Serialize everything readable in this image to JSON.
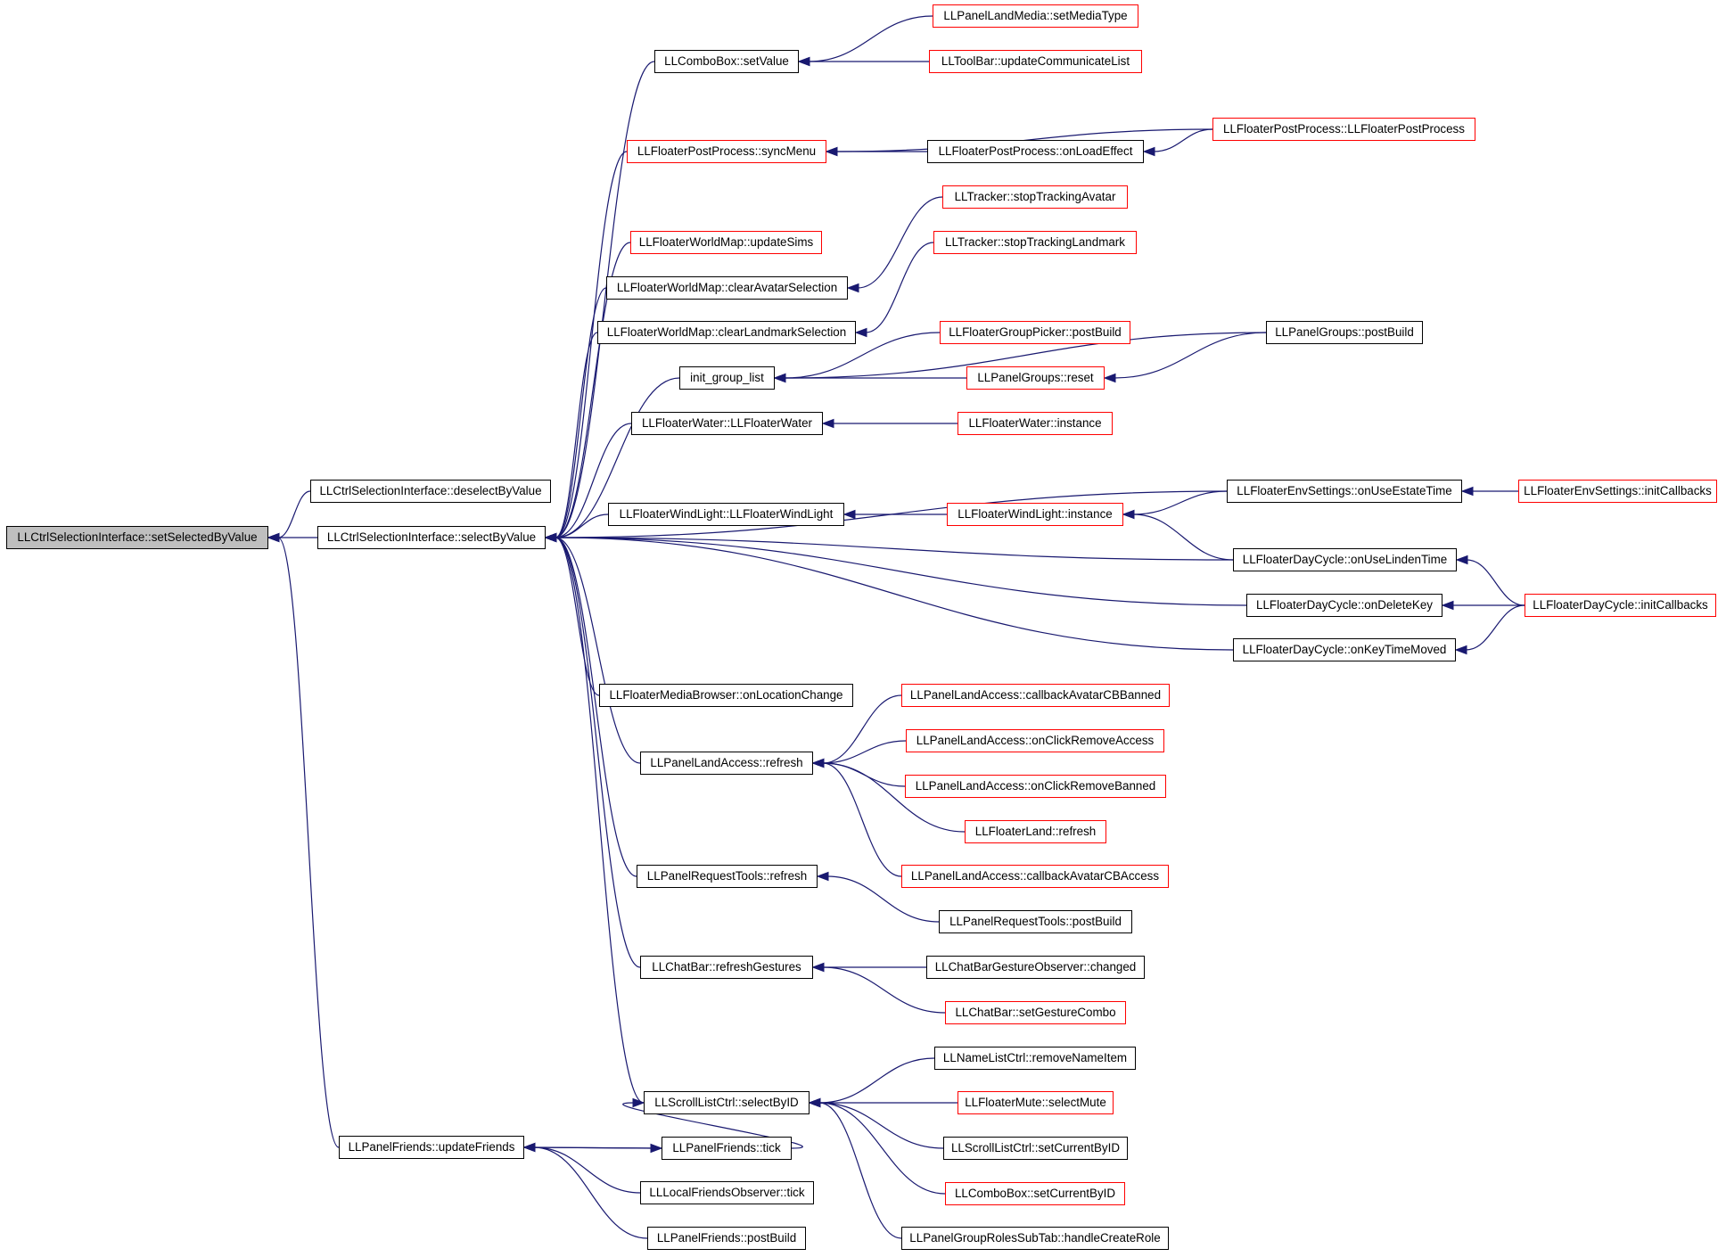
{
  "diagram": {
    "type": "caller-graph",
    "colors": {
      "edge": "#191970",
      "border_default": "#000000",
      "border_truncated": "#ff0000",
      "root_fill": "#bfbfbf"
    },
    "nodes": [
      {
        "id": "set-selected-by-value",
        "label": "LLCtrlSelectionInterface::setSelectedByValue",
        "border": "black",
        "root": true
      },
      {
        "id": "deselect-by-value",
        "label": "LLCtrlSelectionInterface::deselectByValue",
        "border": "black"
      },
      {
        "id": "select-by-value",
        "label": "LLCtrlSelectionInterface::selectByValue",
        "border": "black"
      },
      {
        "id": "panel-friends-update-friends",
        "label": "LLPanelFriends::updateFriends",
        "border": "black"
      },
      {
        "id": "combo-box-set-value",
        "label": "LLComboBox::setValue",
        "border": "black"
      },
      {
        "id": "floater-post-process-sync-menu",
        "label": "LLFloaterPostProcess::syncMenu",
        "border": "red"
      },
      {
        "id": "floater-world-map-update-sims",
        "label": "LLFloaterWorldMap::updateSims",
        "border": "red"
      },
      {
        "id": "floater-world-map-clear-avatar-selection",
        "label": "LLFloaterWorldMap::clearAvatarSelection",
        "border": "black"
      },
      {
        "id": "floater-world-map-clear-landmark-selection",
        "label": "LLFloaterWorldMap::clearLandmarkSelection",
        "border": "black"
      },
      {
        "id": "init-group-list",
        "label": "init_group_list",
        "border": "black"
      },
      {
        "id": "floater-water-ctor",
        "label": "LLFloaterWater::LLFloaterWater",
        "border": "black"
      },
      {
        "id": "floater-wind-light-ctor",
        "label": "LLFloaterWindLight::LLFloaterWindLight",
        "border": "black"
      },
      {
        "id": "floater-media-browser-on-location-change",
        "label": "LLFloaterMediaBrowser::onLocationChange",
        "border": "black"
      },
      {
        "id": "panel-land-access-refresh",
        "label": "LLPanelLandAccess::refresh",
        "border": "black"
      },
      {
        "id": "panel-request-tools-refresh",
        "label": "LLPanelRequestTools::refresh",
        "border": "black"
      },
      {
        "id": "chat-bar-refresh-gestures",
        "label": "LLChatBar::refreshGestures",
        "border": "black"
      },
      {
        "id": "scroll-list-ctrl-select-by-id",
        "label": "LLScrollListCtrl::selectByID",
        "border": "black"
      },
      {
        "id": "panel-friends-tick",
        "label": "LLPanelFriends::tick",
        "border": "black"
      },
      {
        "id": "local-friends-observer-tick",
        "label": "LLLocalFriendsObserver::tick",
        "border": "black"
      },
      {
        "id": "panel-friends-post-build",
        "label": "LLPanelFriends::postBuild",
        "border": "black"
      },
      {
        "id": "panel-land-media-set-media-type",
        "label": "LLPanelLandMedia::setMediaType",
        "border": "red"
      },
      {
        "id": "tool-bar-update-communicate-list",
        "label": "LLToolBar::updateCommunicateList",
        "border": "red"
      },
      {
        "id": "floater-post-process-on-load-effect",
        "label": "LLFloaterPostProcess::onLoadEffect",
        "border": "black"
      },
      {
        "id": "tracker-stop-tracking-avatar",
        "label": "LLTracker::stopTrackingAvatar",
        "border": "red"
      },
      {
        "id": "tracker-stop-tracking-landmark",
        "label": "LLTracker::stopTrackingLandmark",
        "border": "red"
      },
      {
        "id": "floater-group-picker-post-build",
        "label": "LLFloaterGroupPicker::postBuild",
        "border": "red"
      },
      {
        "id": "panel-groups-reset",
        "label": "LLPanelGroups::reset",
        "border": "red"
      },
      {
        "id": "floater-water-instance",
        "label": "LLFloaterWater::instance",
        "border": "red"
      },
      {
        "id": "floater-wind-light-instance",
        "label": "LLFloaterWindLight::instance",
        "border": "red"
      },
      {
        "id": "panel-land-access-callback-avatar-cb-banned",
        "label": "LLPanelLandAccess::callbackAvatarCBBanned",
        "border": "red"
      },
      {
        "id": "panel-land-access-on-click-remove-access",
        "label": "LLPanelLandAccess::onClickRemoveAccess",
        "border": "red"
      },
      {
        "id": "panel-land-access-on-click-remove-banned",
        "label": "LLPanelLandAccess::onClickRemoveBanned",
        "border": "red"
      },
      {
        "id": "floater-land-refresh",
        "label": "LLFloaterLand::refresh",
        "border": "red"
      },
      {
        "id": "panel-land-access-callback-avatar-cb-access",
        "label": "LLPanelLandAccess::callbackAvatarCBAccess",
        "border": "red"
      },
      {
        "id": "panel-request-tools-post-build",
        "label": "LLPanelRequestTools::postBuild",
        "border": "black"
      },
      {
        "id": "chat-bar-gesture-observer-changed",
        "label": "LLChatBarGestureObserver::changed",
        "border": "black"
      },
      {
        "id": "chat-bar-set-gesture-combo",
        "label": "LLChatBar::setGestureCombo",
        "border": "red"
      },
      {
        "id": "name-list-ctrl-remove-name-item",
        "label": "LLNameListCtrl::removeNameItem",
        "border": "black"
      },
      {
        "id": "floater-mute-select-mute",
        "label": "LLFloaterMute::selectMute",
        "border": "red"
      },
      {
        "id": "scroll-list-ctrl-set-current-by-id",
        "label": "LLScrollListCtrl::setCurrentByID",
        "border": "black"
      },
      {
        "id": "combo-box-set-current-by-id",
        "label": "LLComboBox::setCurrentByID",
        "border": "red"
      },
      {
        "id": "panel-group-roles-sub-tab-handle-create-role",
        "label": "LLPanelGroupRolesSubTab::handleCreateRole",
        "border": "black"
      },
      {
        "id": "floater-post-process-ctor",
        "label": "LLFloaterPostProcess::LLFloaterPostProcess",
        "border": "red"
      },
      {
        "id": "panel-groups-post-build",
        "label": "LLPanelGroups::postBuild",
        "border": "black"
      },
      {
        "id": "floater-env-settings-on-use-estate-time",
        "label": "LLFloaterEnvSettings::onUseEstateTime",
        "border": "black"
      },
      {
        "id": "floater-day-cycle-on-use-linden-time",
        "label": "LLFloaterDayCycle::onUseLindenTime",
        "border": "black"
      },
      {
        "id": "floater-day-cycle-on-delete-key",
        "label": "LLFloaterDayCycle::onDeleteKey",
        "border": "black"
      },
      {
        "id": "floater-day-cycle-on-key-time-moved",
        "label": "LLFloaterDayCycle::onKeyTimeMoved",
        "border": "black"
      },
      {
        "id": "floater-env-settings-init-callbacks",
        "label": "LLFloaterEnvSettings::initCallbacks",
        "border": "red"
      },
      {
        "id": "floater-day-cycle-init-callbacks",
        "label": "LLFloaterDayCycle::initCallbacks",
        "border": "red"
      }
    ],
    "edges": [
      {
        "from": "deselect-by-value",
        "to": "set-selected-by-value"
      },
      {
        "from": "select-by-value",
        "to": "set-selected-by-value"
      },
      {
        "from": "panel-friends-update-friends",
        "to": "set-selected-by-value"
      },
      {
        "from": "combo-box-set-value",
        "to": "select-by-value"
      },
      {
        "from": "floater-post-process-sync-menu",
        "to": "select-by-value"
      },
      {
        "from": "floater-world-map-update-sims",
        "to": "select-by-value"
      },
      {
        "from": "floater-world-map-clear-avatar-selection",
        "to": "select-by-value"
      },
      {
        "from": "floater-world-map-clear-landmark-selection",
        "to": "select-by-value"
      },
      {
        "from": "init-group-list",
        "to": "select-by-value"
      },
      {
        "from": "floater-water-ctor",
        "to": "select-by-value"
      },
      {
        "from": "floater-env-settings-on-use-estate-time",
        "to": "select-by-value"
      },
      {
        "from": "floater-wind-light-ctor",
        "to": "select-by-value"
      },
      {
        "from": "floater-day-cycle-on-use-linden-time",
        "to": "select-by-value"
      },
      {
        "from": "floater-day-cycle-on-delete-key",
        "to": "select-by-value"
      },
      {
        "from": "floater-day-cycle-on-key-time-moved",
        "to": "select-by-value"
      },
      {
        "from": "floater-media-browser-on-location-change",
        "to": "select-by-value"
      },
      {
        "from": "panel-land-access-refresh",
        "to": "select-by-value"
      },
      {
        "from": "panel-request-tools-refresh",
        "to": "select-by-value"
      },
      {
        "from": "chat-bar-refresh-gestures",
        "to": "select-by-value"
      },
      {
        "from": "scroll-list-ctrl-select-by-id",
        "to": "select-by-value"
      },
      {
        "from": "panel-friends-tick",
        "to": "panel-friends-update-friends"
      },
      {
        "from": "local-friends-observer-tick",
        "to": "panel-friends-update-friends"
      },
      {
        "from": "panel-friends-post-build",
        "to": "panel-friends-update-friends"
      },
      {
        "from": "panel-friends-update-friends",
        "to": "panel-friends-tick"
      },
      {
        "from": "panel-land-media-set-media-type",
        "to": "combo-box-set-value"
      },
      {
        "from": "tool-bar-update-communicate-list",
        "to": "combo-box-set-value"
      },
      {
        "from": "floater-post-process-on-load-effect",
        "to": "floater-post-process-sync-menu"
      },
      {
        "from": "floater-post-process-ctor",
        "to": "floater-post-process-sync-menu"
      },
      {
        "from": "floater-post-process-ctor",
        "to": "floater-post-process-on-load-effect"
      },
      {
        "from": "tracker-stop-tracking-avatar",
        "to": "floater-world-map-clear-avatar-selection"
      },
      {
        "from": "tracker-stop-tracking-landmark",
        "to": "floater-world-map-clear-landmark-selection"
      },
      {
        "from": "floater-group-picker-post-build",
        "to": "init-group-list"
      },
      {
        "from": "panel-groups-reset",
        "to": "init-group-list"
      },
      {
        "from": "panel-groups-post-build",
        "to": "init-group-list"
      },
      {
        "from": "panel-groups-post-build",
        "to": "panel-groups-reset"
      },
      {
        "from": "floater-water-instance",
        "to": "floater-water-ctor"
      },
      {
        "from": "floater-wind-light-instance",
        "to": "floater-wind-light-ctor"
      },
      {
        "from": "floater-env-settings-on-use-estate-time",
        "to": "floater-wind-light-instance"
      },
      {
        "from": "floater-day-cycle-on-use-linden-time",
        "to": "floater-wind-light-instance"
      },
      {
        "from": "floater-env-settings-init-callbacks",
        "to": "floater-env-settings-on-use-estate-time"
      },
      {
        "from": "floater-day-cycle-init-callbacks",
        "to": "floater-day-cycle-on-use-linden-time"
      },
      {
        "from": "floater-day-cycle-init-callbacks",
        "to": "floater-day-cycle-on-delete-key"
      },
      {
        "from": "floater-day-cycle-init-callbacks",
        "to": "floater-day-cycle-on-key-time-moved"
      },
      {
        "from": "panel-land-access-callback-avatar-cb-banned",
        "to": "panel-land-access-refresh"
      },
      {
        "from": "panel-land-access-on-click-remove-access",
        "to": "panel-land-access-refresh"
      },
      {
        "from": "panel-land-access-on-click-remove-banned",
        "to": "panel-land-access-refresh"
      },
      {
        "from": "floater-land-refresh",
        "to": "panel-land-access-refresh"
      },
      {
        "from": "panel-land-access-callback-avatar-cb-access",
        "to": "panel-land-access-refresh"
      },
      {
        "from": "panel-request-tools-post-build",
        "to": "panel-request-tools-refresh"
      },
      {
        "from": "chat-bar-gesture-observer-changed",
        "to": "chat-bar-refresh-gestures"
      },
      {
        "from": "chat-bar-set-gesture-combo",
        "to": "chat-bar-refresh-gestures"
      },
      {
        "from": "name-list-ctrl-remove-name-item",
        "to": "scroll-list-ctrl-select-by-id"
      },
      {
        "from": "floater-mute-select-mute",
        "to": "scroll-list-ctrl-select-by-id"
      },
      {
        "from": "scroll-list-ctrl-set-current-by-id",
        "to": "scroll-list-ctrl-select-by-id"
      },
      {
        "from": "combo-box-set-current-by-id",
        "to": "scroll-list-ctrl-select-by-id"
      },
      {
        "from": "panel-group-roles-sub-tab-handle-create-role",
        "to": "scroll-list-ctrl-select-by-id"
      },
      {
        "from": "panel-friends-tick",
        "to": "scroll-list-ctrl-select-by-id"
      }
    ]
  }
}
